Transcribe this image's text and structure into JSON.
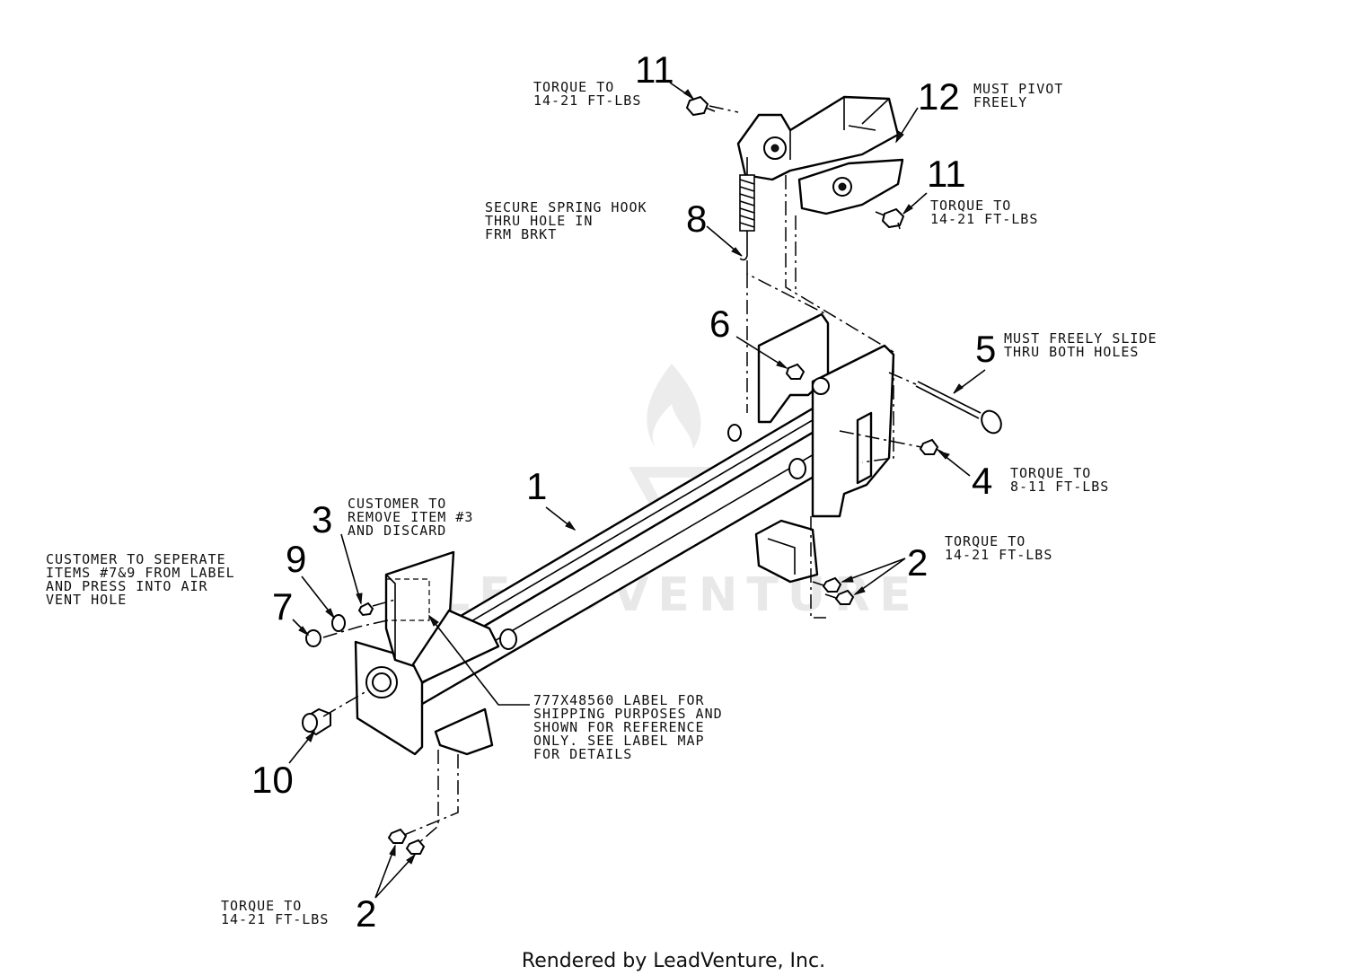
{
  "callouts": {
    "c1": "1",
    "c2a": "2",
    "c2b": "2",
    "c3": "3",
    "c4": "4",
    "c5": "5",
    "c6": "6",
    "c7": "7",
    "c8": "8",
    "c9": "9",
    "c10": "10",
    "c11a": "11",
    "c11b": "11",
    "c12": "12"
  },
  "notes": {
    "torque_11a": [
      "TORQUE TO",
      "14-21 FT-LBS"
    ],
    "pivot_12": [
      "MUST PIVOT",
      "FREELY"
    ],
    "torque_11b": [
      "TORQUE TO",
      "14-21 FT-LBS"
    ],
    "spring_8": [
      "SECURE SPRING HOOK",
      "THRU HOLE IN",
      "FRM BRKT"
    ],
    "slide_5": [
      "MUST FREELY SLIDE",
      "THRU BOTH HOLES"
    ],
    "torque_4": [
      "TORQUE TO",
      "8-11 FT-LBS"
    ],
    "torque_2a": [
      "TORQUE TO",
      "14-21 FT-LBS"
    ],
    "remove_3": [
      "CUSTOMER TO",
      "REMOVE ITEM #3",
      "AND DISCARD"
    ],
    "separate_7_9": [
      "CUSTOMER TO SEPERATE",
      "ITEMS #7&9 FROM LABEL",
      "AND PRESS INTO AIR",
      "VENT HOLE"
    ],
    "label_ref": [
      "777X48560 LABEL FOR",
      "SHIPPING PURPOSES AND",
      "SHOWN FOR REFERENCE",
      "ONLY. SEE LABEL MAP",
      "FOR DETAILS"
    ],
    "torque_2b": [
      "TORQUE TO",
      "14-21 FT-LBS"
    ]
  },
  "watermark": "LEADVENTURE",
  "footer": "Rendered by LeadVenture, Inc."
}
